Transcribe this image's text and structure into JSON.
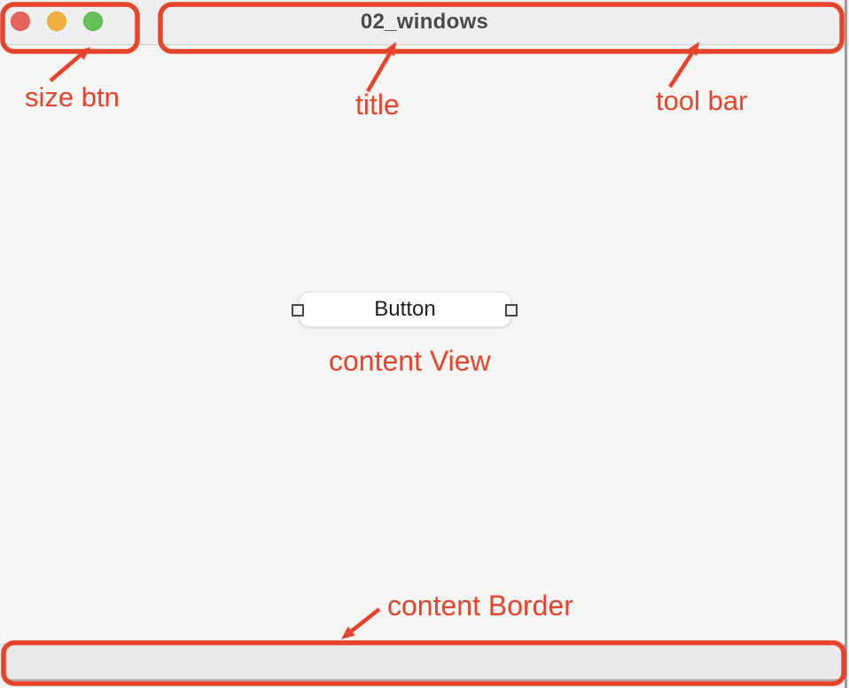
{
  "window": {
    "title": "02_windows",
    "content_button_label": "Button",
    "traffic_lights": [
      {
        "name": "close",
        "color": "#E5655C"
      },
      {
        "name": "minimize",
        "color": "#F0B140"
      },
      {
        "name": "zoom",
        "color": "#67C159"
      }
    ],
    "colors": {
      "titlebar_bg": "#EFEFEF",
      "content_bg": "#F5F5F4",
      "bottom_bar_bg": "#E9E9E8",
      "window_border": "#9B9B9B"
    }
  },
  "annotations": {
    "color": "#E7432B",
    "size_btn_label": "size btn",
    "title_label": "title",
    "tool_bar_label": "tool bar",
    "content_view_label": "content View",
    "content_border_label": "content Border"
  }
}
